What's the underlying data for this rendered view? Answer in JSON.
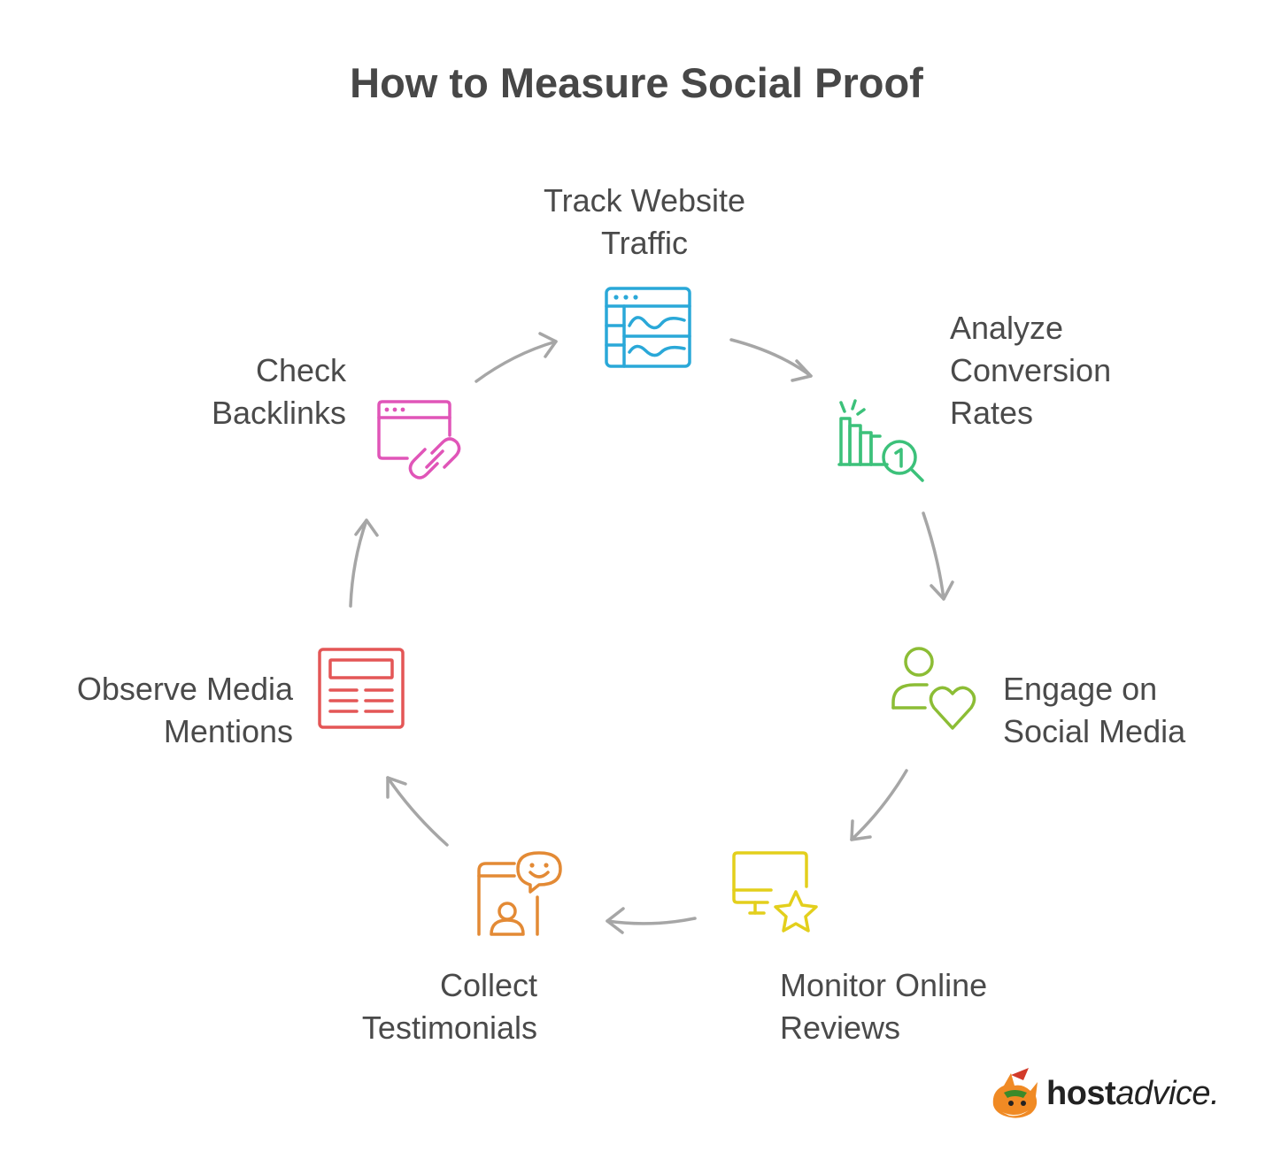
{
  "title": "How to Measure Social Proof",
  "steps": [
    {
      "id": "track",
      "lines": [
        "Track Website",
        "Traffic"
      ],
      "color": "#2aa8d8",
      "icon": "browser-wave-icon"
    },
    {
      "id": "analyze",
      "lines": [
        "Analyze",
        "Conversion",
        "Rates"
      ],
      "color": "#3cc17a",
      "icon": "bar-chart-search-icon"
    },
    {
      "id": "engage",
      "lines": [
        "Engage on",
        "Social Media"
      ],
      "color": "#8cbd35",
      "icon": "user-heart-icon"
    },
    {
      "id": "monitor",
      "lines": [
        "Monitor Online",
        "Reviews"
      ],
      "color": "#e3cf1c",
      "icon": "monitor-star-icon"
    },
    {
      "id": "collect",
      "lines": [
        "Collect",
        "Testimonials"
      ],
      "color": "#e38a35",
      "icon": "phone-chat-icon"
    },
    {
      "id": "observe",
      "lines": [
        "Observe Media",
        "Mentions"
      ],
      "color": "#e45656",
      "icon": "newspaper-icon"
    },
    {
      "id": "check",
      "lines": [
        "Check",
        "Backlinks"
      ],
      "color": "#e055b8",
      "icon": "browser-link-icon"
    }
  ],
  "brand": {
    "bold": "host",
    "italic": "advice."
  },
  "arrow_color": "#a6a6a6"
}
